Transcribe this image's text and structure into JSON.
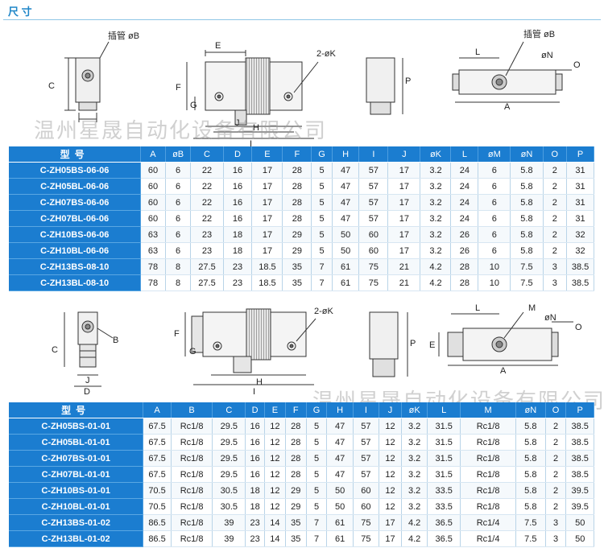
{
  "page": {
    "title": "尺 寸",
    "watermark": "温州星晟自动化设备有限公司"
  },
  "diagram1": {
    "labels": [
      "插管 øB",
      "C",
      "E",
      "2-øK",
      "F",
      "G",
      "J",
      "H",
      "I",
      "P",
      "L",
      "插管 øB",
      "øN",
      "O",
      "A"
    ]
  },
  "diagram2": {
    "labels": [
      "B",
      "C",
      "J",
      "D",
      "F",
      "G",
      "2-øK",
      "H",
      "I",
      "P",
      "L",
      "M",
      "øN",
      "O",
      "E",
      "A"
    ]
  },
  "table1": {
    "headers": [
      "型号",
      "A",
      "øB",
      "C",
      "D",
      "E",
      "F",
      "G",
      "H",
      "I",
      "J",
      "øK",
      "L",
      "øM",
      "øN",
      "O",
      "P"
    ],
    "rows": [
      [
        "C-ZH05BS-06-06",
        "60",
        "6",
        "22",
        "16",
        "17",
        "28",
        "5",
        "47",
        "57",
        "17",
        "3.2",
        "24",
        "6",
        "5.8",
        "2",
        "31"
      ],
      [
        "C-ZH05BL-06-06",
        "60",
        "6",
        "22",
        "16",
        "17",
        "28",
        "5",
        "47",
        "57",
        "17",
        "3.2",
        "24",
        "6",
        "5.8",
        "2",
        "31"
      ],
      [
        "C-ZH07BS-06-06",
        "60",
        "6",
        "22",
        "16",
        "17",
        "28",
        "5",
        "47",
        "57",
        "17",
        "3.2",
        "24",
        "6",
        "5.8",
        "2",
        "31"
      ],
      [
        "C-ZH07BL-06-06",
        "60",
        "6",
        "22",
        "16",
        "17",
        "28",
        "5",
        "47",
        "57",
        "17",
        "3.2",
        "24",
        "6",
        "5.8",
        "2",
        "31"
      ],
      [
        "C-ZH10BS-06-06",
        "63",
        "6",
        "23",
        "18",
        "17",
        "29",
        "5",
        "50",
        "60",
        "17",
        "3.2",
        "26",
        "6",
        "5.8",
        "2",
        "32"
      ],
      [
        "C-ZH10BL-06-06",
        "63",
        "6",
        "23",
        "18",
        "17",
        "29",
        "5",
        "50",
        "60",
        "17",
        "3.2",
        "26",
        "6",
        "5.8",
        "2",
        "32"
      ],
      [
        "C-ZH13BS-08-10",
        "78",
        "8",
        "27.5",
        "23",
        "18.5",
        "35",
        "7",
        "61",
        "75",
        "21",
        "4.2",
        "28",
        "10",
        "7.5",
        "3",
        "38.5"
      ],
      [
        "C-ZH13BL-08-10",
        "78",
        "8",
        "27.5",
        "23",
        "18.5",
        "35",
        "7",
        "61",
        "75",
        "21",
        "4.2",
        "28",
        "10",
        "7.5",
        "3",
        "38.5"
      ]
    ]
  },
  "table2": {
    "headers": [
      "型号",
      "A",
      "B",
      "C",
      "D",
      "E",
      "F",
      "G",
      "H",
      "I",
      "J",
      "øK",
      "L",
      "M",
      "øN",
      "O",
      "P"
    ],
    "rows": [
      [
        "C-ZH05BS-01-01",
        "67.5",
        "Rc1/8",
        "29.5",
        "16",
        "12",
        "28",
        "5",
        "47",
        "57",
        "12",
        "3.2",
        "31.5",
        "Rc1/8",
        "5.8",
        "2",
        "38.5"
      ],
      [
        "C-ZH05BL-01-01",
        "67.5",
        "Rc1/8",
        "29.5",
        "16",
        "12",
        "28",
        "5",
        "47",
        "57",
        "12",
        "3.2",
        "31.5",
        "Rc1/8",
        "5.8",
        "2",
        "38.5"
      ],
      [
        "C-ZH07BS-01-01",
        "67.5",
        "Rc1/8",
        "29.5",
        "16",
        "12",
        "28",
        "5",
        "47",
        "57",
        "12",
        "3.2",
        "31.5",
        "Rc1/8",
        "5.8",
        "2",
        "38.5"
      ],
      [
        "C-ZH07BL-01-01",
        "67.5",
        "Rc1/8",
        "29.5",
        "16",
        "12",
        "28",
        "5",
        "47",
        "57",
        "12",
        "3.2",
        "31.5",
        "Rc1/8",
        "5.8",
        "2",
        "38.5"
      ],
      [
        "C-ZH10BS-01-01",
        "70.5",
        "Rc1/8",
        "30.5",
        "18",
        "12",
        "29",
        "5",
        "50",
        "60",
        "12",
        "3.2",
        "33.5",
        "Rc1/8",
        "5.8",
        "2",
        "39.5"
      ],
      [
        "C-ZH10BL-01-01",
        "70.5",
        "Rc1/8",
        "30.5",
        "18",
        "12",
        "29",
        "5",
        "50",
        "60",
        "12",
        "3.2",
        "33.5",
        "Rc1/8",
        "5.8",
        "2",
        "39.5"
      ],
      [
        "C-ZH13BS-01-02",
        "86.5",
        "Rc1/8",
        "39",
        "23",
        "14",
        "35",
        "7",
        "61",
        "75",
        "17",
        "4.2",
        "36.5",
        "Rc1/4",
        "7.5",
        "3",
        "50"
      ],
      [
        "C-ZH13BL-01-02",
        "86.5",
        "Rc1/8",
        "39",
        "23",
        "14",
        "35",
        "7",
        "61",
        "75",
        "17",
        "4.2",
        "36.5",
        "Rc1/4",
        "7.5",
        "3",
        "50"
      ]
    ]
  }
}
